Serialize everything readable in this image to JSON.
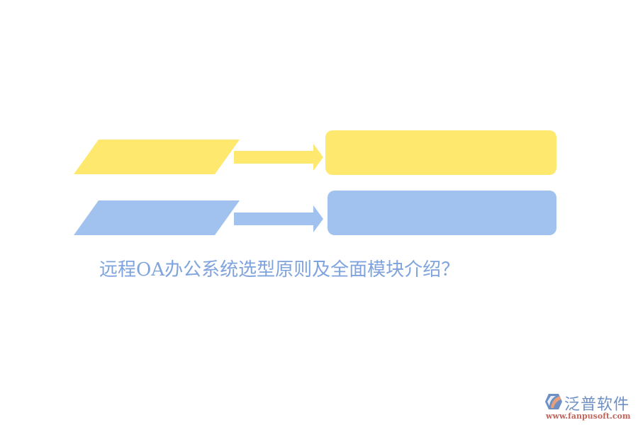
{
  "title": "远程OA办公系统选型原则及全面模块介绍？",
  "colors": {
    "yellow": "#fee96e",
    "blue": "#a1c1ee",
    "title": "#7fa3dd",
    "logo_text": "#6e8fc4",
    "logo_url": "#c0665a"
  },
  "rows": [
    {
      "color": "yellow",
      "parallelogram": "",
      "box": ""
    },
    {
      "color": "blue",
      "parallelogram": "",
      "box": ""
    }
  ],
  "logo": {
    "icon": "fanpu-logo-icon",
    "name": "泛普软件",
    "url": "www.fanpusoft.com"
  }
}
